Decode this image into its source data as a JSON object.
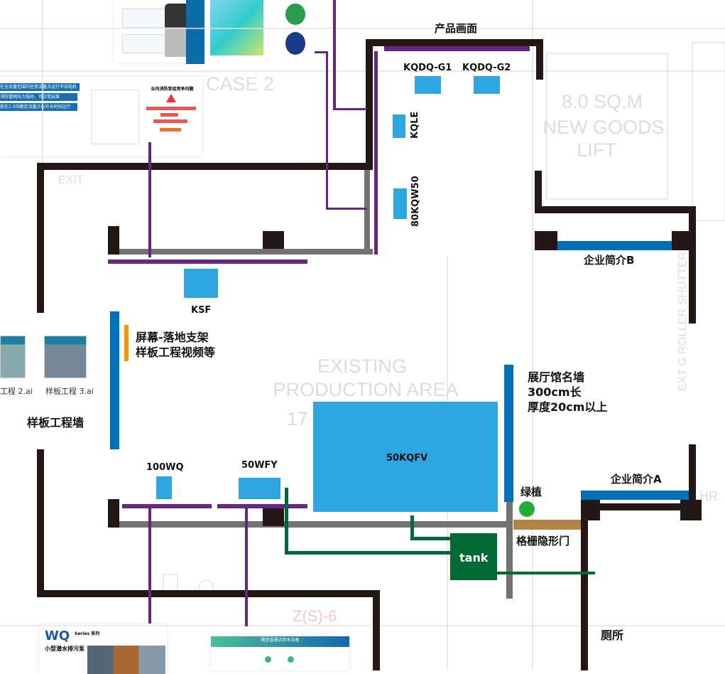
{
  "colors": {
    "wall": "#231815",
    "pipe": "#737373",
    "purple": "#662483",
    "equip": "#2ea7e0",
    "panel": "#0070b8",
    "tank": "#006934",
    "door": "#b28247",
    "plant": "#22ac38",
    "screen": "#f39800"
  },
  "background_labels": {
    "lift": [
      "8.0 SQ.M",
      "NEW GOODS",
      "LIFT"
    ],
    "production": [
      "EXISTING",
      "PRODUCTION AREA",
      "17"
    ],
    "case": "CASE 2",
    "shutter": "EXT G ROLLER SHUTTER",
    "exit": "EXIT",
    "exit_bottom": "Z(S)-6",
    "hr": "HR"
  },
  "labels": {
    "product_screen": "产品画面",
    "kqdq_g1": "KQDQ-G1",
    "kqdq_g2": "KQDQ-G2",
    "kqle": "KQLE",
    "kqw50": "80KQW50",
    "ksf": "KSF",
    "company_b": "企业简介B",
    "screen_stand": [
      "屏幕-落地支架",
      "样板工程视频等"
    ],
    "sample_wall": "样板工程墙",
    "hall_wall": [
      "展厅馆名墙",
      "300cm长",
      "厚度20cm以上"
    ],
    "kqfv": "50KQFV",
    "wq100": "100WQ",
    "wfy50": "50WFY",
    "plant": "绿植",
    "company_a": "企业简介A",
    "grille_door": "格栅隐形门",
    "tank": "tank",
    "toilet": "厕所"
  },
  "files": [
    {
      "name": "工程 2.ai"
    },
    {
      "name": "样板工程 3.ai"
    }
  ],
  "posters": {
    "competition_title": "业内消防泵组竞争问题",
    "features": [
      "在全流量范围内任意流量点运行不烧电机",
      "消防管网压力低时，可正常启泵",
      "能在1.5倍额定流量点以外长时间运行"
    ],
    "wq_logo": "WQ",
    "wq_series": "Series 系列",
    "wq_title": "小型潜水排污泵",
    "supply_title": "微型直通式供水设备"
  }
}
